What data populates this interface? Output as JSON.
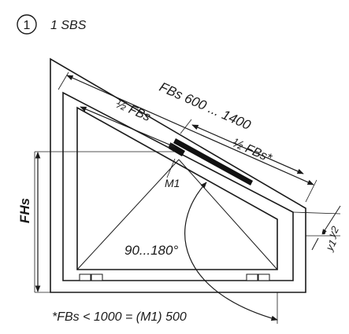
{
  "figure": {
    "marker": "1",
    "caption": "1 SBS",
    "dim_overall": "FBs 600 ... 1400",
    "dim_half_left": "½ FBs",
    "dim_half_right": "½ FBs*",
    "point_label": "M1",
    "height_label": "FHs",
    "angle_label": "90...180°",
    "offset_label_2": "y2",
    "offset_label_1": "y1",
    "footnote": "*FBs < 1000 = (M1) 500"
  }
}
